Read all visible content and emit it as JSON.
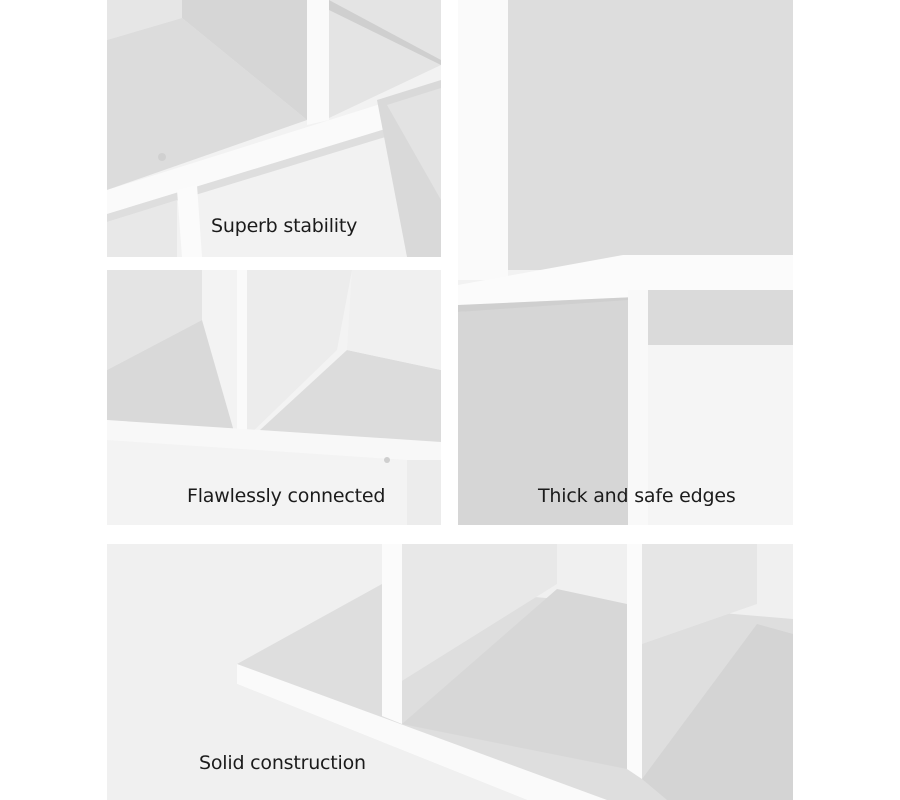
{
  "panels": [
    {
      "caption": "Superb stability"
    },
    {
      "caption": "Flawlessly connected"
    },
    {
      "caption": "Thick and safe edges"
    },
    {
      "caption": "Solid construction"
    }
  ]
}
